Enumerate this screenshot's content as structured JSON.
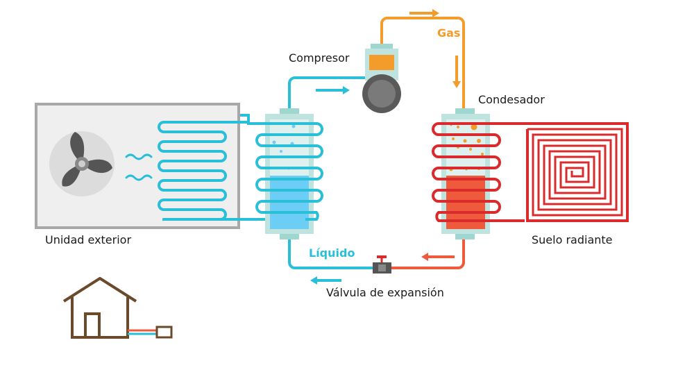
{
  "labels": {
    "compresor": "Compresor",
    "gas": "Gas",
    "condensador": "Condesador",
    "unidad_exterior": "Unidad exterior",
    "liquido": "Líquido",
    "suelo_radiante": "Suelo radiante",
    "valvula": "Válvula de expansión"
  },
  "colors": {
    "cold": "#29bfd9",
    "gas": "#f39c2b",
    "hot": "#d92b2b",
    "hot_fill": "#f05a3c",
    "cold_fill": "#6ccdf5",
    "tank": "#bfe4e0",
    "house": "#6b4a2b",
    "grey": "#a8a8a8"
  }
}
